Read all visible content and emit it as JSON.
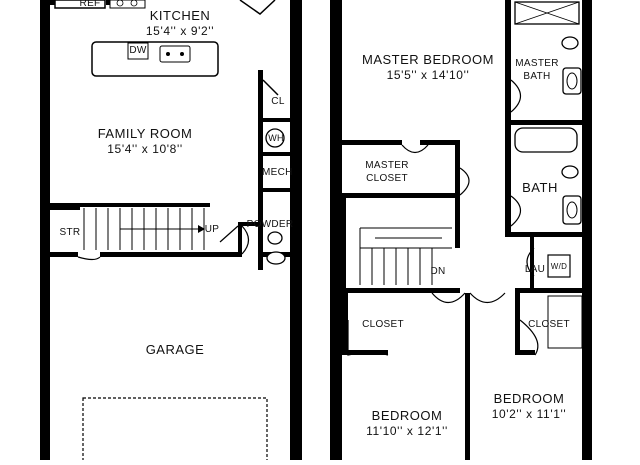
{
  "first_floor": {
    "kitchen": {
      "name": "KITCHEN",
      "size": "15'4'' x 9'2''"
    },
    "appliance_ref": "REF",
    "appliance_dw": "DW",
    "family_room": {
      "name": "FAMILY ROOM",
      "size": "15'4'' x 10'8''"
    },
    "closet_cl": "CL",
    "water_heater": "WH",
    "mechanical": "MECH",
    "storage": "STR",
    "stairs_up": "UP",
    "powder": "POWDER",
    "garage": "GARAGE"
  },
  "second_floor": {
    "master_bedroom": {
      "name": "MASTER BEDROOM",
      "size": "15'5'' x 14'10''"
    },
    "master_bath": {
      "line1": "MASTER",
      "line2": "BATH"
    },
    "master_closet": {
      "line1": "MASTER",
      "line2": "CLOSET"
    },
    "bath": "BATH",
    "stairs_down": "DN",
    "laundry": "LAU",
    "washer_dryer": "W/D",
    "closet_left": "CLOSET",
    "closet_right": "CLOSET",
    "bedroom_left": {
      "name": "BEDROOM",
      "size": "11'10'' x 12'1''"
    },
    "bedroom_right": {
      "name": "BEDROOM",
      "size": "10'2'' x 11'1''"
    }
  }
}
